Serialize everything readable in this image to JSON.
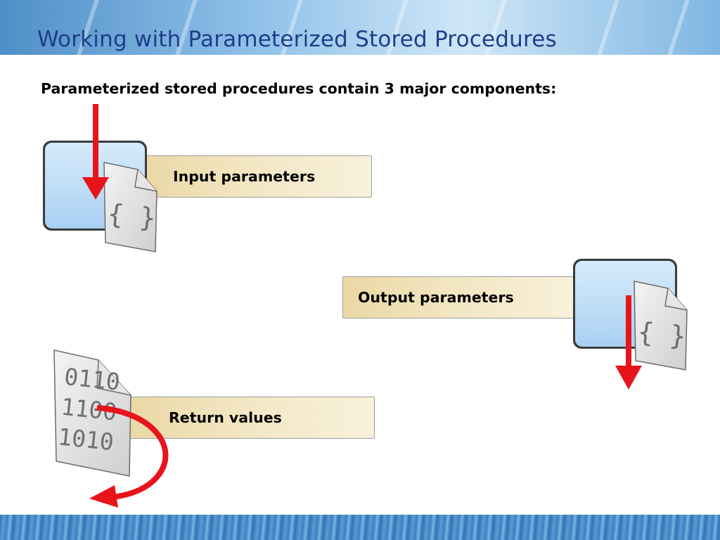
{
  "title": "Working with Parameterized Stored Procedures",
  "subtitle": "Parameterized stored procedures contain 3 major components:",
  "components": [
    {
      "label": "Input parameters",
      "icon": "code-document-icon"
    },
    {
      "label": "Output parameters",
      "icon": "code-document-icon"
    },
    {
      "label": "Return values",
      "icon": "binary-document-icon"
    }
  ],
  "icon_text": {
    "code_braces": "{ }",
    "binary_lines": [
      "0110",
      "1100",
      "1010"
    ]
  },
  "colors": {
    "title": "#1f3d8a",
    "arrow": "#e8141b",
    "box": "#b9daf6",
    "label_bar": "#f2e6c2"
  }
}
